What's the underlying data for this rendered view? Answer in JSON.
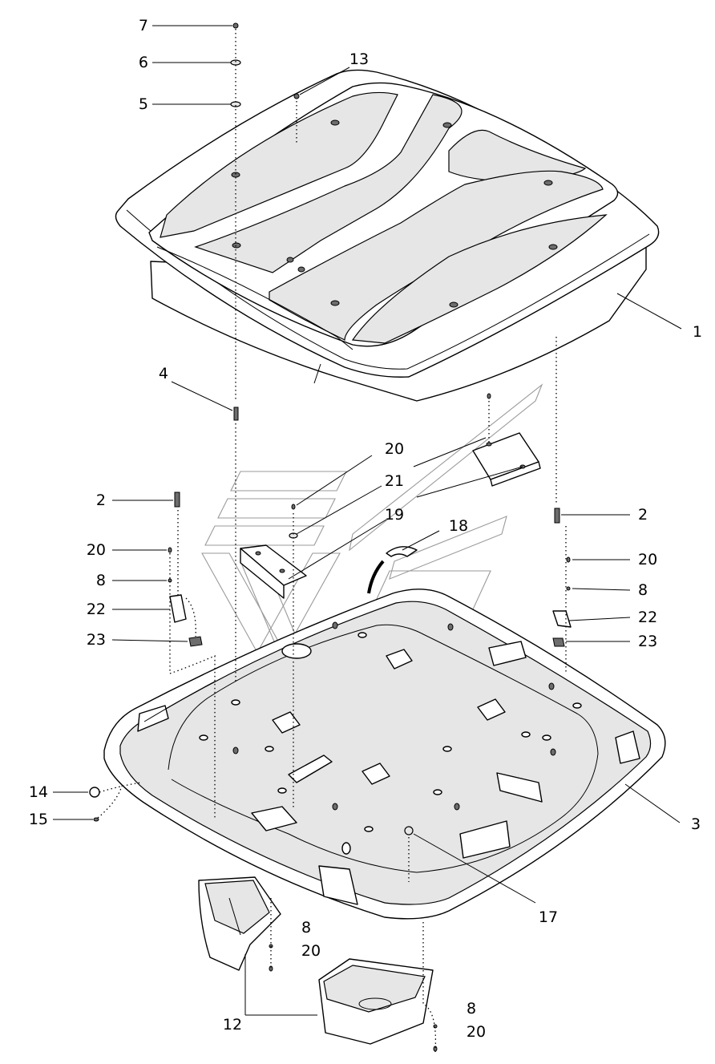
{
  "diagram": {
    "type": "exploded-parts-view",
    "callouts": [
      {
        "id": "c7",
        "label": "7"
      },
      {
        "id": "c6",
        "label": "6"
      },
      {
        "id": "c5",
        "label": "5"
      },
      {
        "id": "c13",
        "label": "13"
      },
      {
        "id": "c1",
        "label": "1"
      },
      {
        "id": "c4",
        "label": "4"
      },
      {
        "id": "c20a",
        "label": "20"
      },
      {
        "id": "c21",
        "label": "21"
      },
      {
        "id": "c19",
        "label": "19"
      },
      {
        "id": "c18",
        "label": "18"
      },
      {
        "id": "c2l",
        "label": "2"
      },
      {
        "id": "c20l",
        "label": "20"
      },
      {
        "id": "c8l",
        "label": "8"
      },
      {
        "id": "c22l",
        "label": "22"
      },
      {
        "id": "c23l",
        "label": "23"
      },
      {
        "id": "c2r",
        "label": "2"
      },
      {
        "id": "c20r",
        "label": "20"
      },
      {
        "id": "c8r",
        "label": "8"
      },
      {
        "id": "c22r",
        "label": "22"
      },
      {
        "id": "c23r",
        "label": "23"
      },
      {
        "id": "c14",
        "label": "14"
      },
      {
        "id": "c15",
        "label": "15"
      },
      {
        "id": "c3",
        "label": "3"
      },
      {
        "id": "c17",
        "label": "17"
      },
      {
        "id": "c8b",
        "label": "8"
      },
      {
        "id": "c20b",
        "label": "20"
      },
      {
        "id": "c12",
        "label": "12"
      },
      {
        "id": "c8c",
        "label": "8"
      },
      {
        "id": "c20c",
        "label": "20"
      }
    ]
  }
}
